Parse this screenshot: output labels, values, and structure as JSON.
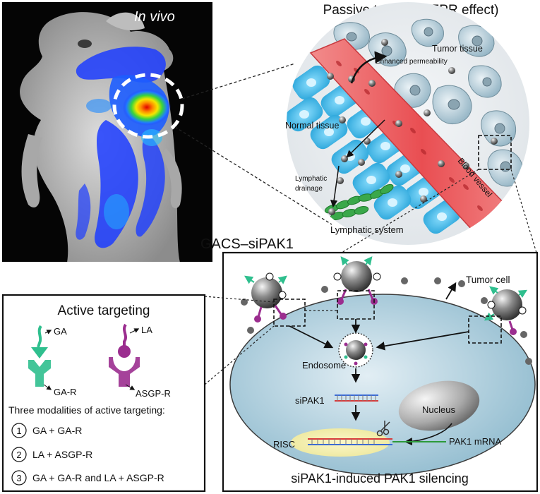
{
  "invivo": {
    "label": "In vivo"
  },
  "passive": {
    "title": "Passive targeting(EPR effect)",
    "tumor_tissue": "Tumor tissue",
    "enhanced_permeability": "Enhanced permeability",
    "normal_tissue": "Normal  tissue",
    "lymphatic_drainage_1": "Lymphatic",
    "lymphatic_drainage_2": "drainage",
    "blood_vessel": "Blood vessel",
    "lymphatic_system": "Lymphatic system"
  },
  "nanoparticle_label": "GACS–siPAK1",
  "cell": {
    "tumor_cell": "Tumor cell",
    "endosome": "Endosome",
    "sirna": "siPAK1",
    "nucleus": "Nucleus",
    "risc": "RISC",
    "mrna": "PAK1 mRNA",
    "footer": "siPAK1-induced PAK1 silencing"
  },
  "active": {
    "title": "Active targeting",
    "ga": "GA",
    "ga_r": "GA-R",
    "la": "LA",
    "asgp_r": "ASGP-R",
    "modalities_title": "Three modalities of active targeting:",
    "m1_num": "1",
    "m1": "GA + GA-R",
    "m2_num": "2",
    "m2": "LA + ASGP-R",
    "m3_num": "3",
    "m3": "GA + GA-R and LA + ASGP-R"
  },
  "colors": {
    "ga_green": "#2fbf8e",
    "la_purple": "#9b2d8f",
    "vessel_red": "#e8555a",
    "normal_cell_blue": "#2aa8df",
    "lymph_green": "#3aa84a",
    "cell_blue": "#b7d3e0"
  }
}
